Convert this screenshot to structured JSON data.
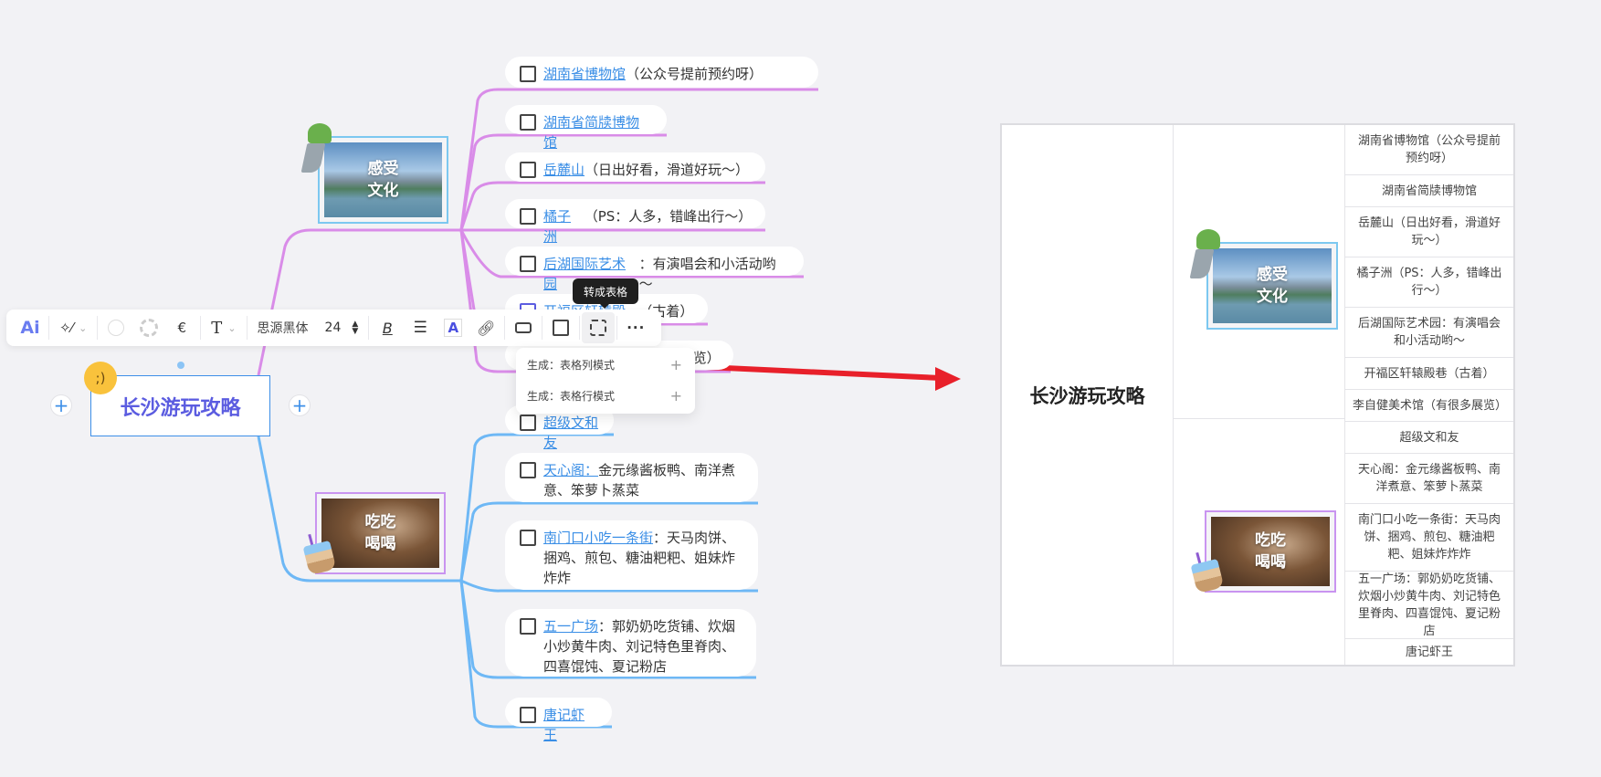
{
  "colors": {
    "accent": "#3d8fe8",
    "culture_branch": "#d98ce8",
    "food_branch": "#6eb8f5",
    "arrow": "#e8202a",
    "root_text": "#5b5ce0",
    "link": "#3a8ee6"
  },
  "mindmap": {
    "root": {
      "label": "长沙游玩攻略",
      "emoji": "winking-face"
    },
    "branches": [
      {
        "label_line1": "感受",
        "label_line2": "文化",
        "sticker": "wind-chime",
        "items": [
          {
            "link": "湖南省博物馆",
            "rest": "（公众号提前预约呀）"
          },
          {
            "link": "湖南省简牍博物馆",
            "rest": ""
          },
          {
            "link": "岳麓山",
            "rest": "（日出好看，滑道好玩～）"
          },
          {
            "link": "橘子洲",
            "rest": "（PS：人多，错峰出行～）"
          },
          {
            "link": "后湖国际艺术园",
            "rest": "：有演唱会和小活动哟～"
          },
          {
            "link": "开福区轩辕殿巷",
            "rest": "（古着）"
          },
          {
            "link": "李自健美术馆",
            "rest": "（有很多展览）"
          }
        ]
      },
      {
        "label_line1": "吃吃",
        "label_line2": "喝喝",
        "sticker": "bubble-tea",
        "items": [
          {
            "link": "超级文和友",
            "rest": ""
          },
          {
            "link": "天心阁：",
            "rest": "金元缘酱板鸭、南洋煮意、笨萝卜蒸菜"
          },
          {
            "link": "南门口小吃一条街",
            "rest": "：天马肉饼、捆鸡、煎包、糖油粑粑、姐妹炸炸炸"
          },
          {
            "link": "五一广场",
            "rest": "：郭奶奶吃货铺、炊烟小炒黄牛肉、刘记特色里脊肉、四喜馄饨、夏记粉店"
          },
          {
            "link": "唐记虾王",
            "rest": ""
          }
        ]
      }
    ]
  },
  "toolbar": {
    "ai_label": "Ai",
    "font_name": "思源黑体",
    "font_size": "24",
    "icons": [
      "ai-icon",
      "magic-style-icon",
      "fill-color-icon",
      "border-style-icon",
      "line-color-icon",
      "text-style-icon",
      "font-name",
      "font-size",
      "bold-icon",
      "align-icon",
      "text-color-icon",
      "link-icon",
      "format-painter-icon",
      "image-icon",
      "convert-table-icon",
      "more-icon"
    ],
    "tooltip": "转成表格"
  },
  "dropdown": {
    "items": [
      {
        "label": "生成：表格列模式",
        "icon": "+"
      },
      {
        "label": "生成：表格行模式",
        "icon": "+"
      }
    ]
  },
  "table": {
    "title": "长沙游玩攻略",
    "groups": [
      {
        "label_line1": "感受",
        "label_line2": "文化",
        "cells": [
          "湖南省博物馆（公众号提前预约呀）",
          "湖南省简牍博物馆",
          "岳麓山（日出好看，滑道好玩～）",
          "橘子洲（PS：人多，错峰出行～）",
          "后湖国际艺术园：有演唱会和小活动哟～",
          "开福区轩辕殿巷（古着）",
          "李自健美术馆（有很多展览）"
        ]
      },
      {
        "label_line1": "吃吃",
        "label_line2": "喝喝",
        "cells": [
          "超级文和友",
          "天心阁：金元缘酱板鸭、南洋煮意、笨萝卜蒸菜",
          "南门口小吃一条街：天马肉饼、捆鸡、煎包、糖油粑粑、姐妹炸炸炸",
          "五一广场：郭奶奶吃货铺、炊烟小炒黄牛肉、刘记特色里脊肉、四喜馄饨、夏记粉店",
          "唐记虾王"
        ]
      }
    ]
  }
}
